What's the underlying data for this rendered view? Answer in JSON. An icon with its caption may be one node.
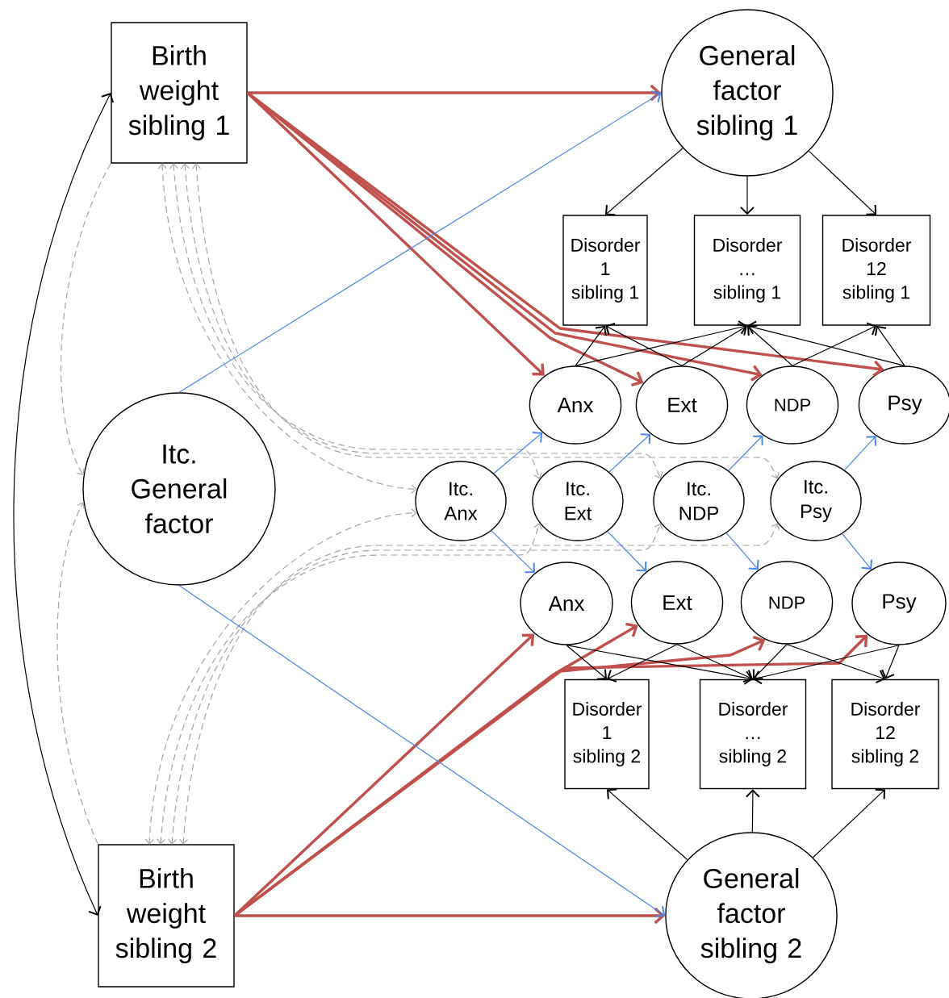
{
  "diagram": {
    "nodes": [
      {
        "text": [
          "Birth weight sibling 1"
        ]
      },
      {
        "text": [
          "General factor sibling 1"
        ]
      },
      {
        "text": [
          "Disorder 1 sibling 1"
        ]
      },
      {
        "text": [
          "Disorder … sibling 1"
        ]
      },
      {
        "text": [
          "Disorder 12 sibling 1"
        ]
      },
      {
        "text": [
          "Anx"
        ]
      },
      {
        "text": [
          "Ext"
        ]
      },
      {
        "text": [
          "NDP"
        ]
      },
      {
        "text": [
          "Psy"
        ]
      },
      {
        "text": [
          "Itc. General factor"
        ]
      },
      {
        "text": [
          "Itc. Anx"
        ]
      },
      {
        "text": [
          "Itc. Ext"
        ]
      },
      {
        "text": [
          "Itc. NDP"
        ]
      },
      {
        "text": [
          "Itc. Psy"
        ]
      },
      {
        "text": [
          "Anx"
        ]
      },
      {
        "text": [
          "Ext"
        ]
      },
      {
        "text": [
          "NDP"
        ]
      },
      {
        "text": [
          "Psy"
        ]
      },
      {
        "text": [
          "Disorder 1 sibling 2"
        ]
      },
      {
        "text": [
          "Disorder … sibling 2"
        ]
      },
      {
        "text": [
          "Disorder 12 sibling 2"
        ]
      },
      {
        "text": [
          "Birth weight sibling 2"
        ]
      },
      {
        "text": [
          "General factor sibling 2"
        ]
      }
    ],
    "edges": [
      {
        "from": 0,
        "to": 21,
        "arrow": "both"
      },
      {
        "from": 0,
        "to": 9,
        "arrow": "to",
        "style": "dashed",
        "color": "#a6a6a6"
      },
      {
        "from": 21,
        "to": 9,
        "arrow": "to",
        "style": "dashed",
        "color": "#a6a6a6"
      },
      {
        "from": 0,
        "to": 10,
        "arrow": "both",
        "style": "dashed",
        "color": "#a6a6a6"
      },
      {
        "from": 0,
        "to": 11,
        "arrow": "both",
        "style": "dashed",
        "color": "#a6a6a6"
      },
      {
        "from": 0,
        "to": 12,
        "arrow": "both",
        "style": "dashed",
        "color": "#a6a6a6"
      },
      {
        "from": 0,
        "to": 13,
        "arrow": "both",
        "style": "dashed",
        "color": "#a6a6a6"
      },
      {
        "from": 21,
        "to": 10,
        "arrow": "both",
        "style": "dashed",
        "color": "#a6a6a6"
      },
      {
        "from": 21,
        "to": 11,
        "arrow": "both",
        "style": "dashed",
        "color": "#a6a6a6"
      },
      {
        "from": 21,
        "to": 12,
        "arrow": "both",
        "style": "dashed",
        "color": "#a6a6a6"
      },
      {
        "from": 21,
        "to": 13,
        "arrow": "both",
        "style": "dashed",
        "color": "#a6a6a6"
      },
      {
        "from": 0,
        "to": 1,
        "arrow": "to",
        "style": "thick",
        "color": "#c0504d"
      },
      {
        "from": 0,
        "to": 5,
        "arrow": "to",
        "style": "thick",
        "color": "#c0504d"
      },
      {
        "from": 0,
        "to": 6,
        "arrow": "to",
        "style": "thick",
        "color": "#c0504d"
      },
      {
        "from": 0,
        "to": 7,
        "arrow": "to",
        "style": "thick",
        "color": "#c0504d"
      },
      {
        "from": 0,
        "to": 8,
        "arrow": "to",
        "style": "thick",
        "color": "#c0504d"
      },
      {
        "from": 21,
        "to": 22,
        "arrow": "to",
        "style": "thick",
        "color": "#c0504d"
      },
      {
        "from": 21,
        "to": 14,
        "arrow": "to",
        "style": "thick",
        "color": "#c0504d"
      },
      {
        "from": 21,
        "to": 15,
        "arrow": "to",
        "style": "thick",
        "color": "#c0504d"
      },
      {
        "from": 21,
        "to": 16,
        "arrow": "to",
        "style": "thick",
        "color": "#c0504d"
      },
      {
        "from": 21,
        "to": 17,
        "arrow": "to",
        "style": "thick",
        "color": "#c0504d"
      },
      {
        "from": 9,
        "to": 1,
        "arrow": "to",
        "color": "#4a86e8"
      },
      {
        "from": 9,
        "to": 22,
        "arrow": "to",
        "color": "#4a86e8"
      },
      {
        "from": 10,
        "to": 5,
        "arrow": "to",
        "color": "#4a86e8"
      },
      {
        "from": 11,
        "to": 6,
        "arrow": "to",
        "color": "#4a86e8"
      },
      {
        "from": 12,
        "to": 7,
        "arrow": "to",
        "color": "#4a86e8"
      },
      {
        "from": 13,
        "to": 8,
        "arrow": "to",
        "color": "#4a86e8"
      },
      {
        "from": 10,
        "to": 14,
        "arrow": "to",
        "color": "#4a86e8"
      },
      {
        "from": 11,
        "to": 15,
        "arrow": "to",
        "color": "#4a86e8"
      },
      {
        "from": 12,
        "to": 16,
        "arrow": "to",
        "color": "#4a86e8"
      },
      {
        "from": 13,
        "to": 17,
        "arrow": "to",
        "color": "#4a86e8"
      },
      {
        "from": 1,
        "to": 2,
        "arrow": "to"
      },
      {
        "from": 1,
        "to": 3,
        "arrow": "to"
      },
      {
        "from": 1,
        "to": 4,
        "arrow": "to"
      },
      {
        "from": 5,
        "to": 2,
        "arrow": "to"
      },
      {
        "from": 5,
        "to": 3,
        "arrow": "to"
      },
      {
        "from": 6,
        "to": 2,
        "arrow": "to"
      },
      {
        "from": 6,
        "to": 3,
        "arrow": "to"
      },
      {
        "from": 7,
        "to": 3,
        "arrow": "to"
      },
      {
        "from": 7,
        "to": 4,
        "arrow": "to"
      },
      {
        "from": 8,
        "to": 3,
        "arrow": "to"
      },
      {
        "from": 8,
        "to": 4,
        "arrow": "to"
      },
      {
        "from": 14,
        "to": 18,
        "arrow": "to"
      },
      {
        "from": 14,
        "to": 19,
        "arrow": "to"
      },
      {
        "from": 15,
        "to": 18,
        "arrow": "to"
      },
      {
        "from": 15,
        "to": 19,
        "arrow": "to"
      },
      {
        "from": 16,
        "to": 19,
        "arrow": "to"
      },
      {
        "from": 16,
        "to": 20,
        "arrow": "to"
      },
      {
        "from": 17,
        "to": 19,
        "arrow": "to"
      },
      {
        "from": 17,
        "to": 20,
        "arrow": "to"
      },
      {
        "from": 22,
        "to": 18,
        "arrow": "to"
      },
      {
        "from": 22,
        "to": 19,
        "arrow": "to"
      },
      {
        "from": 22,
        "to": 20,
        "arrow": "to"
      }
    ]
  }
}
